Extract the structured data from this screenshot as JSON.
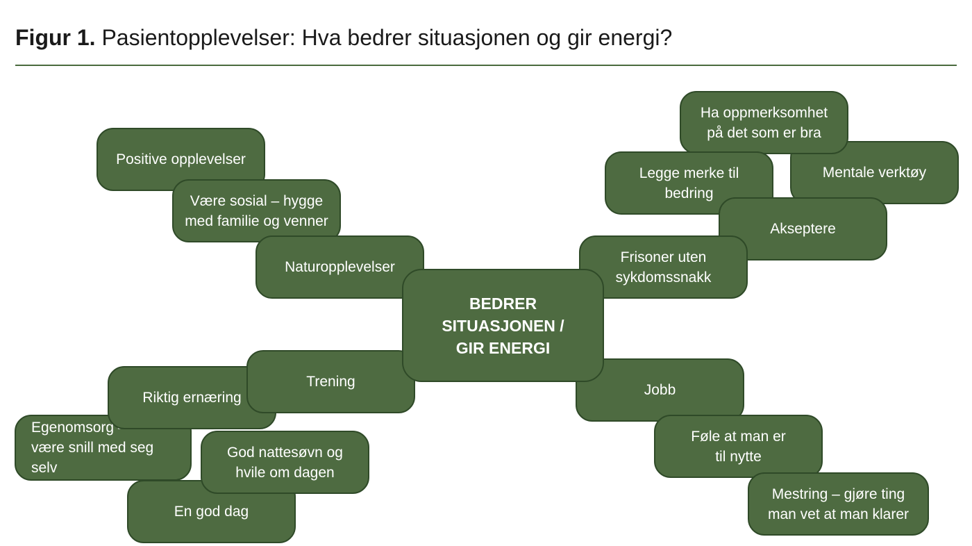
{
  "title": {
    "prefix": "Figur 1.",
    "text": "Pasientopplevelser: Hva bedrer situasjonen og gir energi?"
  },
  "center": "BEDRER\nSITUASJONEN /\nGIR ENERGI",
  "left_top": [
    "Positive opplevelser",
    "Være sosial – hygge\nmed familie og venner",
    "Naturopplevelser"
  ],
  "left_bottom": [
    "Egenomsorg –\nvære snill med seg selv",
    "En god dag",
    "God nattesøvn og\nhvile om dagen",
    "Riktig ernæring",
    "Trening"
  ],
  "right_top": [
    "Mentale verktøy",
    "Ha oppmerksomhet\npå det som er bra",
    "Legge merke til\nbedring",
    "Akseptere",
    "Frisoner uten\nsykdomssnakk"
  ],
  "right_bottom": [
    "Jobb",
    "Føle at man er\ntil nytte",
    "Mestring – gjøre ting\nman vet at man klarer"
  ],
  "colors": {
    "node_fill": "#4e6b41",
    "node_border": "#2f4a28",
    "rule": "#4a6a3e"
  }
}
